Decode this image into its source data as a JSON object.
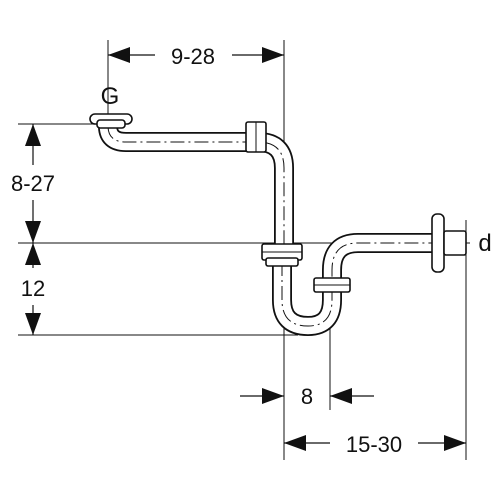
{
  "labels": {
    "top_dimension": "9-28",
    "left_upper_dimension": "8-27",
    "left_lower_dimension": "12",
    "bottom_inner_dimension": "8",
    "bottom_outer_dimension": "15-30",
    "inlet_label": "G",
    "outlet_label": "d"
  }
}
